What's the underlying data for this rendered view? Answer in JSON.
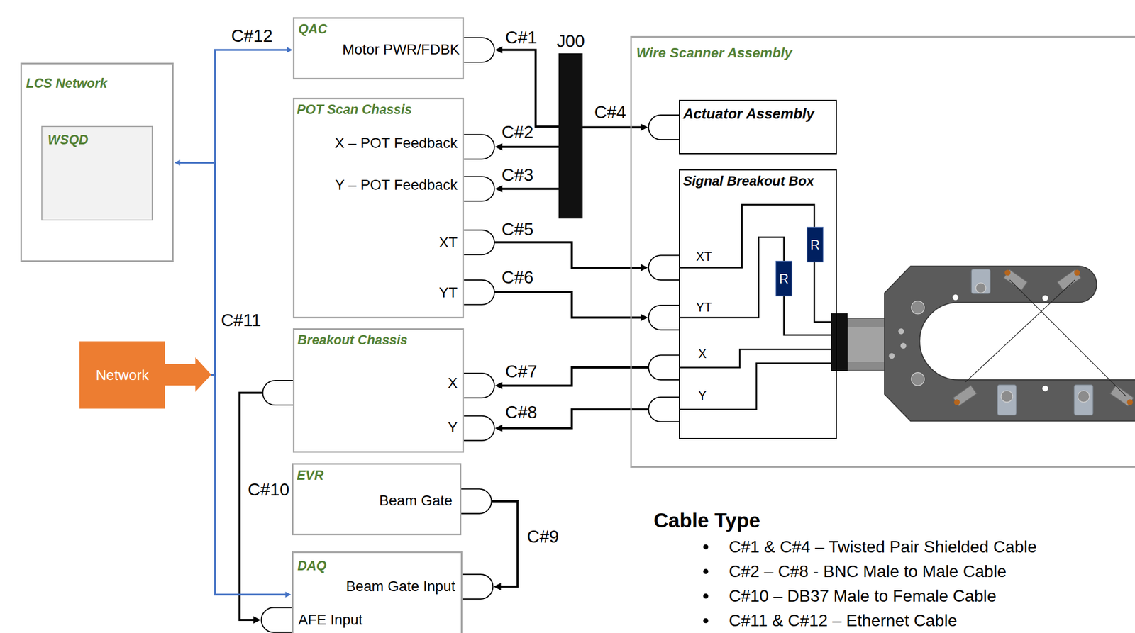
{
  "diagram": {
    "nodes": [
      {
        "text": [
          "LCS Network"
        ]
      },
      {
        "text": [
          "WSQD"
        ],
        "in": 0
      },
      {
        "text": [
          "QAC",
          "Motor PWR/FDBK"
        ]
      },
      {
        "text": [
          "POT Scan Chassis",
          "X – POT Feedback",
          "Y – POT Feedback",
          "XT",
          "YT"
        ]
      },
      {
        "text": [
          "Breakout Chassis",
          "X",
          "Y"
        ]
      },
      {
        "text": [
          "EVR",
          "Beam Gate"
        ]
      },
      {
        "text": [
          "DAQ",
          "Beam Gate Input",
          "AFE Input"
        ]
      },
      {
        "text": [
          "Network"
        ]
      },
      {
        "text": [
          "J00"
        ]
      },
      {
        "text": [
          "Wire Scanner Assembly"
        ]
      },
      {
        "text": [
          "Actuator Assembly"
        ],
        "in": 9
      },
      {
        "text": [
          "Signal Breakout Box",
          "XT",
          "YT",
          "X",
          "Y"
        ],
        "in": 9
      }
    ],
    "edges": [
      {
        "from": 8,
        "to": 2,
        "label": "C#1",
        "arrow": "to"
      },
      {
        "from": 8,
        "to": 3,
        "label": "C#2",
        "arrow": "to"
      },
      {
        "from": 8,
        "to": 3,
        "label": "C#3",
        "arrow": "to"
      },
      {
        "from": 8,
        "to": 10,
        "label": "C#4",
        "arrow": "to"
      },
      {
        "from": 3,
        "to": 11,
        "label": "C#5",
        "arrow": "to"
      },
      {
        "from": 3,
        "to": 11,
        "label": "C#6",
        "arrow": "to"
      },
      {
        "from": 11,
        "to": 4,
        "label": "C#7",
        "arrow": "to"
      },
      {
        "from": 11,
        "to": 4,
        "label": "C#8",
        "arrow": "to"
      },
      {
        "from": 5,
        "to": 6,
        "label": "C#9",
        "arrow": "to"
      },
      {
        "from": 4,
        "to": 6,
        "label": "C#10",
        "arrow": "to"
      },
      {
        "from": 7,
        "to": 0,
        "arrow": "to"
      },
      {
        "from": 7,
        "to": 2,
        "label": "C#12",
        "arrow": "to"
      },
      {
        "from": 7,
        "to": 6,
        "label": "C#11",
        "arrow": "to"
      }
    ],
    "labels": [
      "Cable Type",
      "C#1 & C#4 – Twisted Pair Shielded Cable",
      "C#2 – C#8 - BNC Male to Male Cable",
      "C#10 – DB37 Male to Female Cable",
      "C#11 & C#12 – Ethernet Cable",
      "R",
      "R"
    ]
  }
}
